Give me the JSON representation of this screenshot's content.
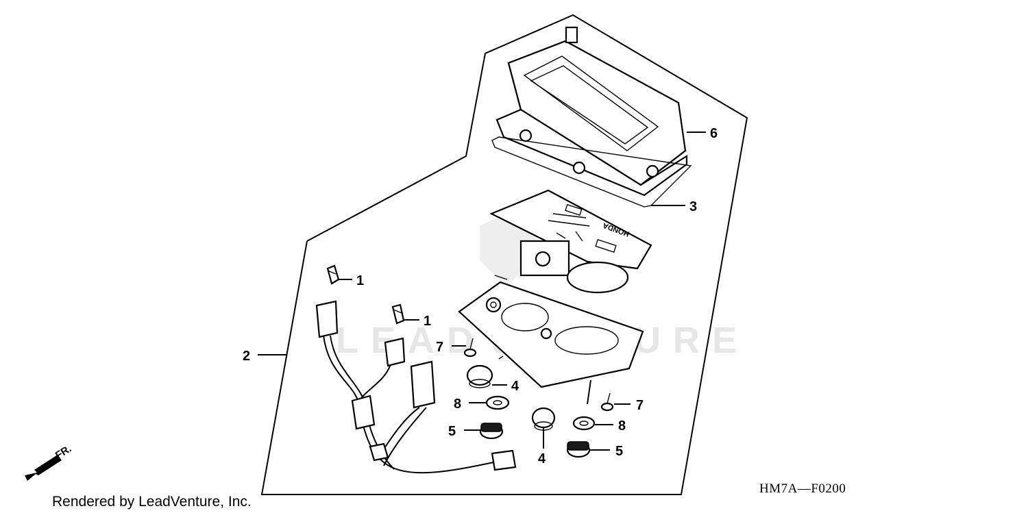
{
  "diagram": {
    "parts": [
      {
        "callout": "1"
      },
      {
        "callout": "1"
      },
      {
        "callout": "2"
      },
      {
        "callout": "3"
      },
      {
        "callout": "4"
      },
      {
        "callout": "4"
      },
      {
        "callout": "5"
      },
      {
        "callout": "5"
      },
      {
        "callout": "6"
      },
      {
        "callout": "7"
      },
      {
        "callout": "7"
      },
      {
        "callout": "8"
      },
      {
        "callout": "8"
      }
    ],
    "direction_label": "FR.",
    "drawing_code": "HM7A—F0200",
    "panel_brand": "HONDA"
  },
  "watermark": {
    "text": "LEADVENTURE"
  },
  "footer": {
    "credit": "Rendered by LeadVenture, Inc."
  },
  "colors": {
    "line": "#000000",
    "background": "#ffffff",
    "watermark": "#e6e6e6"
  }
}
